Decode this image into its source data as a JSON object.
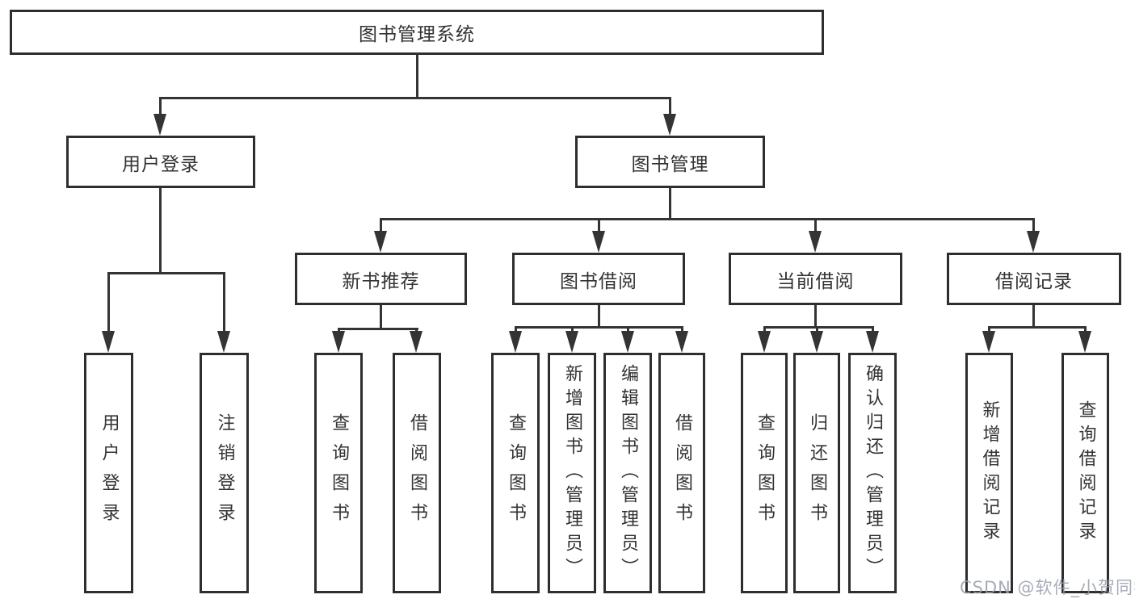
{
  "diagram": {
    "root": {
      "label": "图书管理系统"
    },
    "branches": [
      {
        "label": "用户登录",
        "children": [
          {
            "label": "用户登录"
          },
          {
            "label": "注销登录"
          }
        ]
      },
      {
        "label": "图书管理",
        "children": [
          {
            "label": "新书推荐",
            "children": [
              {
                "label": "查询图书"
              },
              {
                "label": "借阅图书"
              }
            ]
          },
          {
            "label": "图书借阅",
            "children": [
              {
                "label": "查询图书"
              },
              {
                "label": "新增图书（管理员）"
              },
              {
                "label": "编辑图书（管理员）"
              },
              {
                "label": "借阅图书"
              }
            ]
          },
          {
            "label": "当前借阅",
            "children": [
              {
                "label": "查询图书"
              },
              {
                "label": "归还图书"
              },
              {
                "label": "确认归还（管理员）"
              }
            ]
          },
          {
            "label": "借阅记录",
            "children": [
              {
                "label": "新增借阅记录"
              },
              {
                "label": "查询借阅记录"
              }
            ]
          }
        ]
      }
    ]
  },
  "watermark": {
    "text": "CSDN @软件_小贺同学"
  },
  "colors": {
    "line": "#343434",
    "border": "#2e2e2e",
    "text": "#333333",
    "background": "#ffffff",
    "watermark": "#989dac"
  }
}
